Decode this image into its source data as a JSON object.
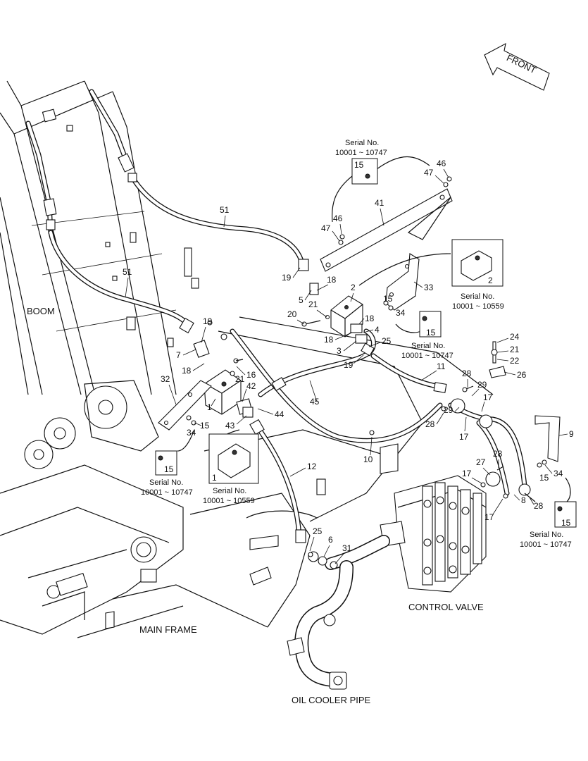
{
  "labels": {
    "front": "FRONT",
    "boom": "BOOM",
    "main_frame": "MAIN FRAME",
    "control_valve": "CONTROL VALVE",
    "oil_cooler_pipe": "OIL COOLER PIPE"
  },
  "serial_notes": {
    "top_title": "Serial No.",
    "top_range": "10001 ~ 10747",
    "top_part": "15",
    "block_title": "Serial No.",
    "block_range": "10001 ~ 10559",
    "block_part": "2",
    "mid_title": "Serial No.",
    "mid_range": "10001 ~ 10747",
    "mid_part": "15",
    "left_title": "Serial No.",
    "left_range": "10001 ~ 10747",
    "left_part": "15",
    "lower_block_title": "Serial No.",
    "lower_block_range": "10001 ~ 10559",
    "lower_block_part": "1",
    "right_title": "Serial No.",
    "right_range": "10001 ~ 10747",
    "right_part": "15"
  },
  "callouts": {
    "c46a": "46",
    "c47a": "47",
    "c46b": "46",
    "c47b": "47",
    "c41": "41",
    "c51a": "51",
    "c51b": "51",
    "c19a": "19",
    "c5": "5",
    "c18a": "18",
    "c2": "2",
    "c33": "33",
    "c20": "20",
    "c21a": "21",
    "c15a": "15",
    "c34a": "34",
    "c18b": "18",
    "c4": "4",
    "c18c": "18",
    "c25a": "25",
    "c3": "3",
    "c19b": "19",
    "c19c": "19",
    "c7": "7",
    "c18d": "18",
    "c16": "16",
    "c21b": "21",
    "c42": "42",
    "c32": "32",
    "c1": "1",
    "c44": "44",
    "c43": "43",
    "c45": "45",
    "c11": "11",
    "c15b": "15",
    "c34b": "34",
    "c24": "24",
    "c21c": "21",
    "c22": "22",
    "c26": "26",
    "c28a": "28",
    "c29a": "29",
    "c17a": "17",
    "c29b": "29",
    "c28b": "28",
    "c17b": "17",
    "c9": "9",
    "c12": "12",
    "c10": "10",
    "c28c": "28",
    "c27": "27",
    "c15c": "15",
    "c34c": "34",
    "c17c": "17",
    "c8": "8",
    "c28d": "28",
    "c17d": "17",
    "c25b": "25",
    "c6": "6",
    "c31": "31"
  }
}
